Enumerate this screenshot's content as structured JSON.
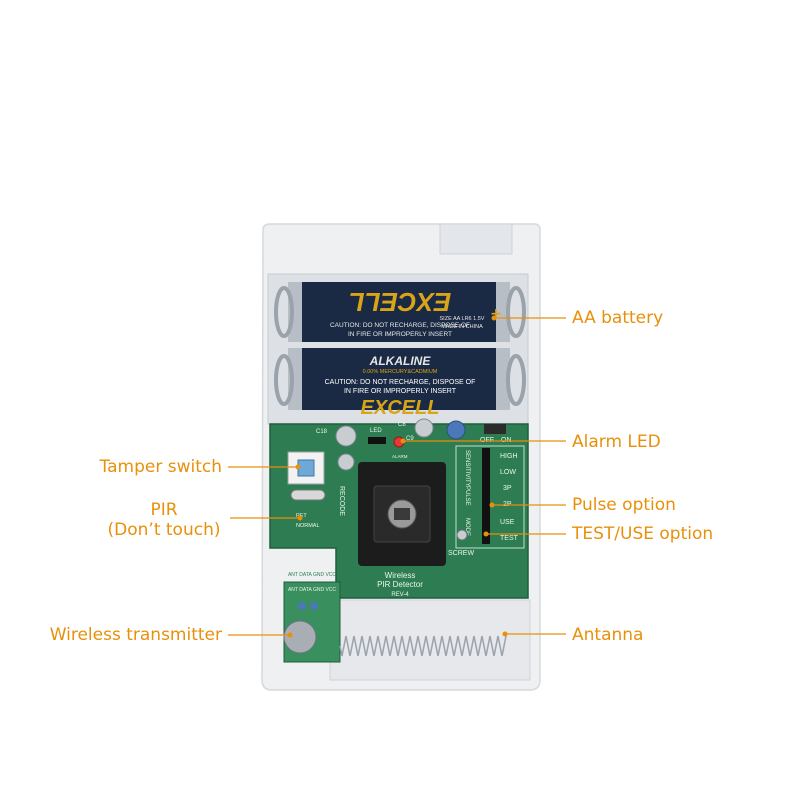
{
  "colors": {
    "callout": "#E8900A",
    "pcb": "#2E7D52",
    "pcb_dark": "#1F5E3C",
    "housing": "#EEF0F2",
    "battery": "#1B2A44",
    "battery_text": "#D8A418"
  },
  "callouts": {
    "aa_battery": "AA battery",
    "alarm_led": "Alarm LED",
    "tamper_switch": "Tamper switch",
    "pir_line1": "PIR",
    "pir_line2": "(Don’t touch)",
    "pulse_option": "Pulse option",
    "test_use_option": "TEST/USE option",
    "wireless_transmitter": "Wireless transmitter",
    "antenna": "Antanna"
  },
  "board": {
    "battery_brand": "EXCELL",
    "battery_alkaline": "ALKALINE",
    "battery_top_caution1": "CAUTION: DO NOT RECHARGE, DISPOSE OF",
    "battery_top_caution2": "IN FIRE OR IMPROPERLY INSERT",
    "battery_top_size": "SIZE AA LR6 1.5V",
    "battery_top_made": "MADE IN CHINA",
    "battery_bottom_mercury": "0.00% MERCURY&CADMIUM",
    "battery_bottom_caution1": "CAUTION: DO NOT RECHARGE, DISPOSE OF",
    "battery_bottom_caution2": "IN FIRE OR IMPROPERLY INSERT",
    "c18": "C18",
    "led": "LED",
    "c8": "C8",
    "c9": "C9",
    "alarm": "ALARM",
    "off": "OFF",
    "on": "ON",
    "sensitivity": "SENSITIVITY",
    "pulse": "PULSE",
    "mode": "MODE",
    "high": "HIGH",
    "low": "LOW",
    "p3": "3P",
    "p2": "2P",
    "use": "USE",
    "test": "TEST",
    "recode": "RECODE",
    "pet": "PET",
    "normal": "NORMAL",
    "screw": "SCREW",
    "wireless": "Wireless",
    "pir_detector": "PIR Detector",
    "rev": "REV-4",
    "ant_data_gnd_vcc": "ANT DATA GND VCC"
  }
}
